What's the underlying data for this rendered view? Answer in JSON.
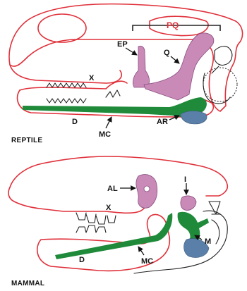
{
  "panels": {
    "reptile": {
      "caption": "REPTILE",
      "labels": {
        "pq": "PQ",
        "ep": "EP",
        "q": "Q",
        "x": "X",
        "d": "D",
        "mc": "MC",
        "ar": "AR"
      }
    },
    "mammal": {
      "caption": "MAMMAL",
      "labels": {
        "al": "AL",
        "i": "I",
        "x": "X",
        "m": "M",
        "d": "D",
        "mc": "MC"
      }
    }
  },
  "colors": {
    "skull_outline": "#e0303a",
    "pq_label": "#e0303a",
    "cartilage_pink": "#c98ab8",
    "meckel_green": "#1f8a3a",
    "angular_blue": "#5a7fa8",
    "ink": "#222222"
  }
}
